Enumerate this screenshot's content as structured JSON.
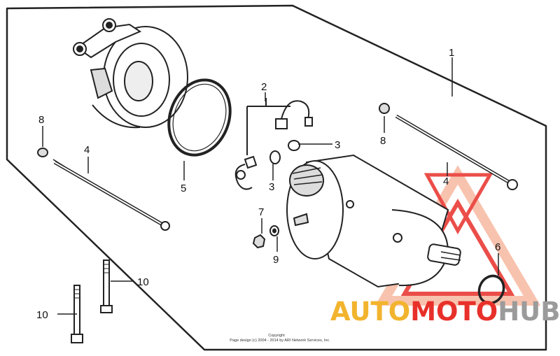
{
  "diagram": {
    "part_labels": {
      "n1": "1",
      "n2": "2",
      "n3a": "3",
      "n3b": "3",
      "n4a": "4",
      "n4b": "4",
      "n5": "5",
      "n6": "6",
      "n7": "7",
      "n8a": "8",
      "n8b": "8",
      "n9": "9",
      "n10a": "10",
      "n10b": "10"
    },
    "copyright_line1": "Copyright",
    "copyright_line2": "Page design (c) 2004 - 2014 by ARI Network Services, Inc."
  },
  "watermark": {
    "word1": "AUTO",
    "word2": "MOTO",
    "word3": "HUB",
    "colors": {
      "gold": "#f2b42e",
      "red": "#e8302a",
      "peach": "#f7b9a0",
      "gray": "#9b9b9b"
    }
  }
}
